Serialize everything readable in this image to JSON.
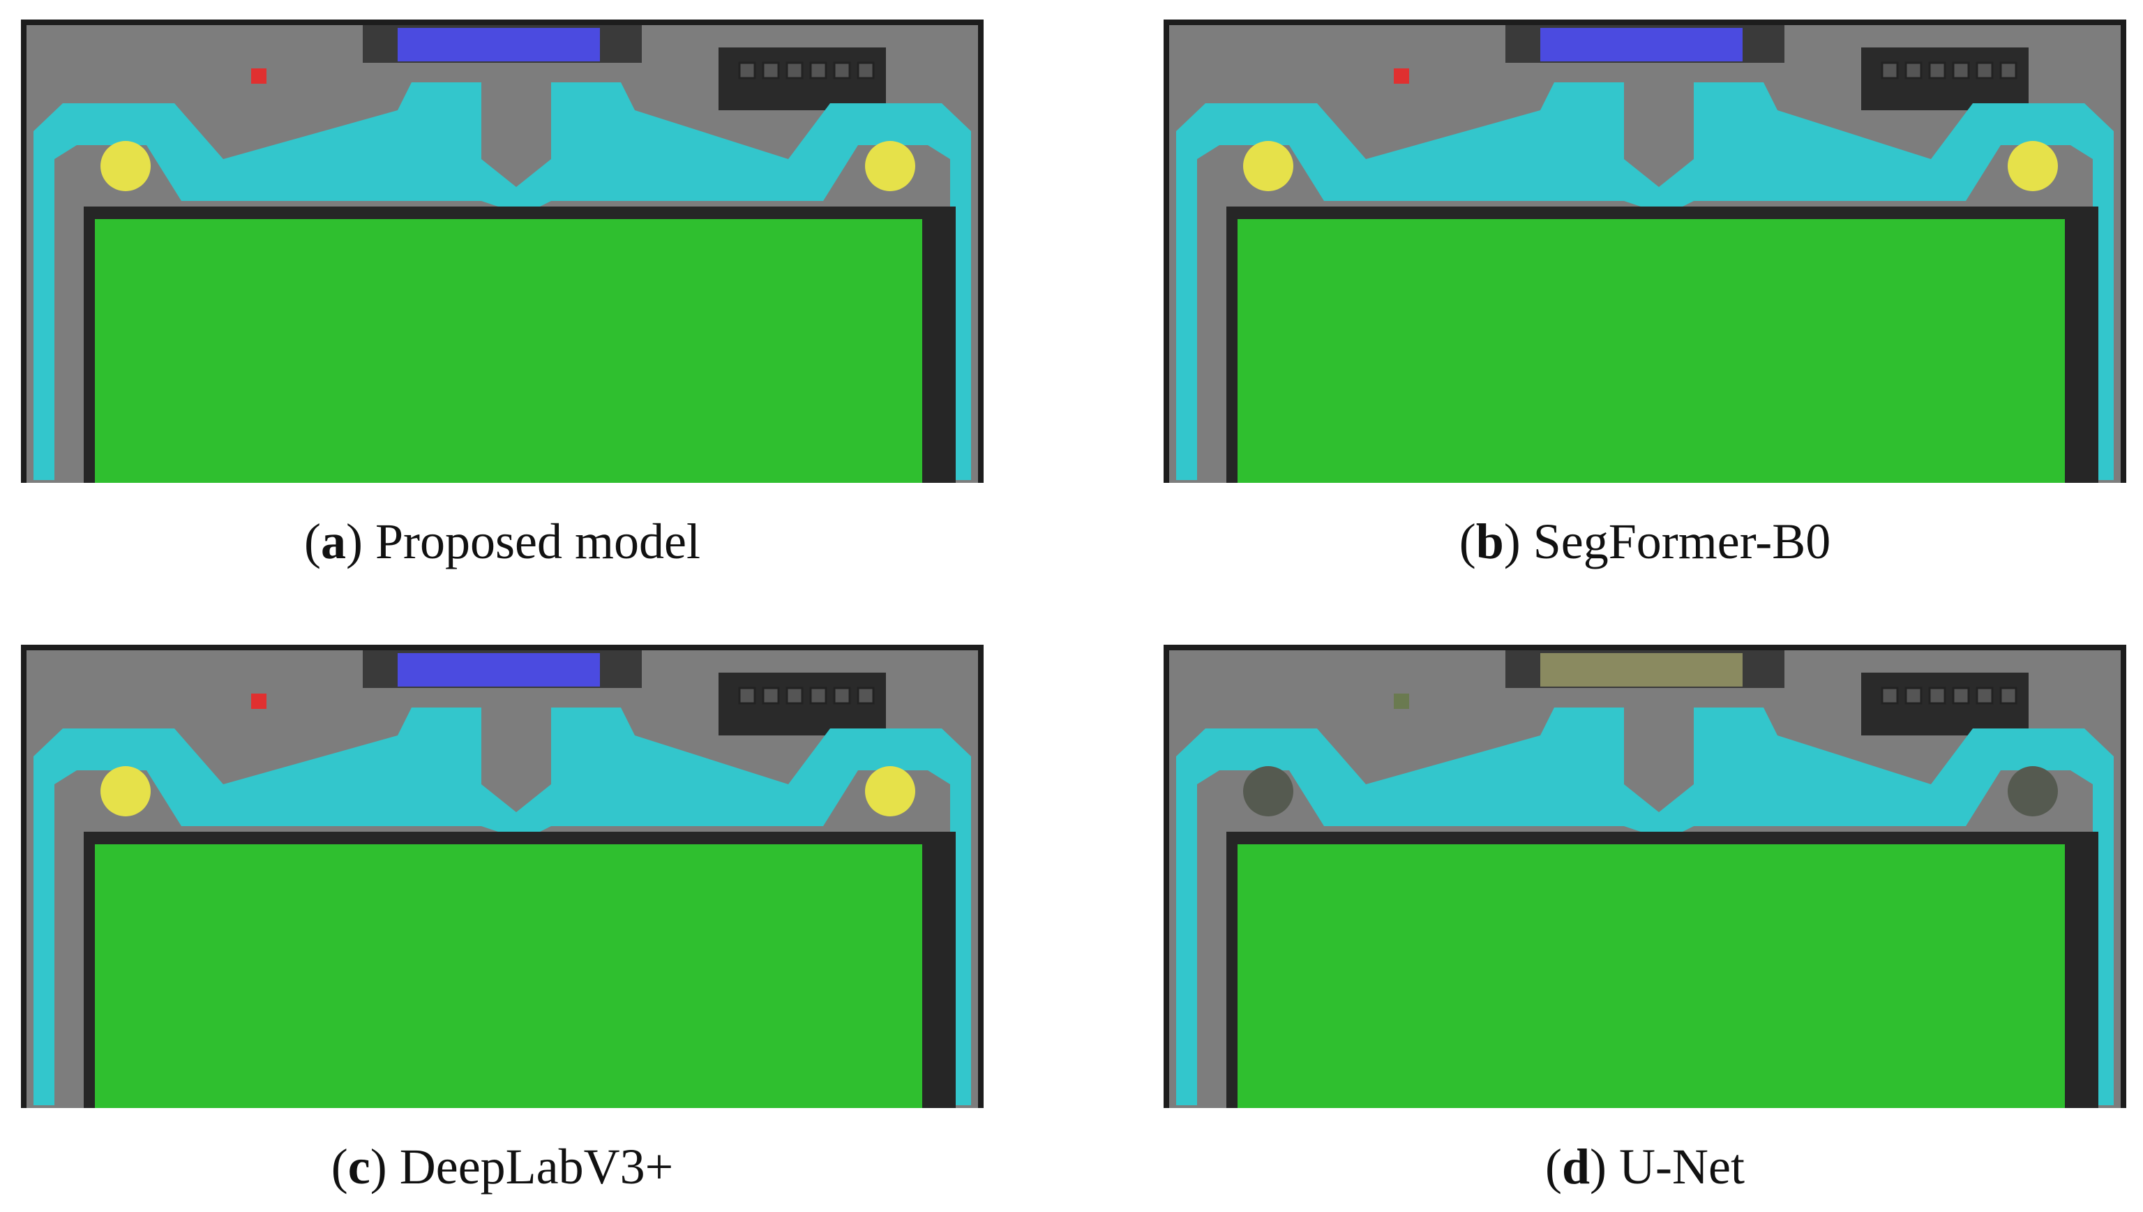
{
  "panels": [
    {
      "id": "a",
      "letter": "a",
      "label": " Proposed model",
      "pads_color": "#e6e14a",
      "connector_color": "#4b4be0",
      "marker_color": "#e03030"
    },
    {
      "id": "b",
      "letter": "b",
      "label": " SegFormer-B0",
      "pads_color": "#e6e14a",
      "connector_color": "#4b4be0",
      "marker_color": "#e03030"
    },
    {
      "id": "c",
      "letter": "c",
      "label": " DeepLabV3+",
      "pads_color": "#e6e14a",
      "connector_color": "#4b4be0",
      "marker_color": "#e03030"
    },
    {
      "id": "d",
      "letter": "d",
      "label": " U-Net",
      "pads_color": "#555a50",
      "connector_color": "#8a8a60",
      "marker_color": "#6a7a50"
    }
  ],
  "colors": {
    "display_area": "#2fbf2f",
    "trace": "#33c6cc",
    "housing": "#7d7d7d",
    "frame": "#1d1d1d"
  }
}
